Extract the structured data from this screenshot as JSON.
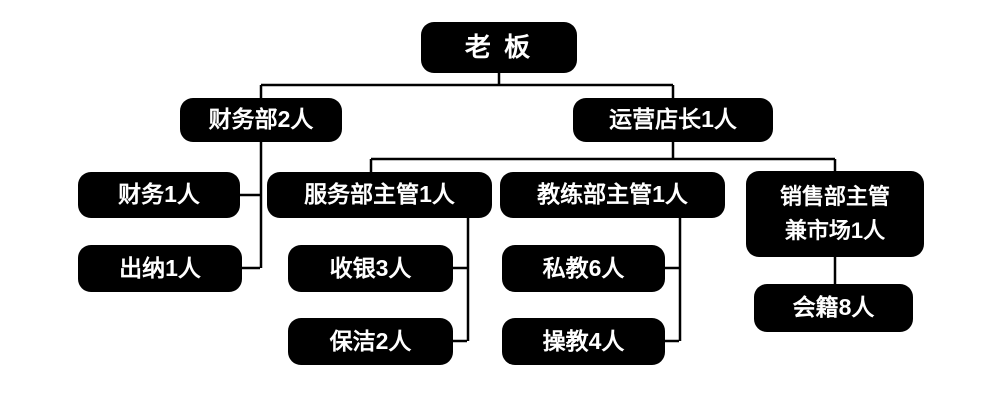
{
  "nodes": {
    "boss": {
      "label": "老 板"
    },
    "finance_dept": {
      "label": "财务部2人"
    },
    "ops_manager": {
      "label": "运营店长1人"
    },
    "finance_staff": {
      "label": "财务1人"
    },
    "treasury_staff": {
      "label": "出纳1人"
    },
    "service_supervisor": {
      "label": "服务部主管1人"
    },
    "cashier_staff": {
      "label": "收银3人"
    },
    "cleaning_staff": {
      "label": "保洁2人"
    },
    "coach_supervisor": {
      "label": "教练部主管1人"
    },
    "personal_trainers": {
      "label": "私教6人"
    },
    "group_trainers": {
      "label": "操教4人"
    },
    "sales_supervisor": {
      "label_line1": "销售部主管",
      "label_line2": "兼市场1人"
    },
    "membership_staff": {
      "label": "会籍8人"
    }
  },
  "edges": [
    {
      "from": "boss",
      "to": "finance_dept"
    },
    {
      "from": "boss",
      "to": "ops_manager"
    },
    {
      "from": "finance_dept",
      "to": "finance_staff"
    },
    {
      "from": "finance_dept",
      "to": "treasury_staff"
    },
    {
      "from": "ops_manager",
      "to": "service_supervisor"
    },
    {
      "from": "ops_manager",
      "to": "coach_supervisor"
    },
    {
      "from": "ops_manager",
      "to": "sales_supervisor"
    },
    {
      "from": "service_supervisor",
      "to": "cashier_staff"
    },
    {
      "from": "service_supervisor",
      "to": "cleaning_staff"
    },
    {
      "from": "coach_supervisor",
      "to": "personal_trainers"
    },
    {
      "from": "coach_supervisor",
      "to": "group_trainers"
    },
    {
      "from": "sales_supervisor",
      "to": "membership_staff"
    }
  ],
  "colors": {
    "node_background": "#000000",
    "node_text": "#ffffff",
    "connector": "#000000",
    "page_background": "#ffffff"
  }
}
